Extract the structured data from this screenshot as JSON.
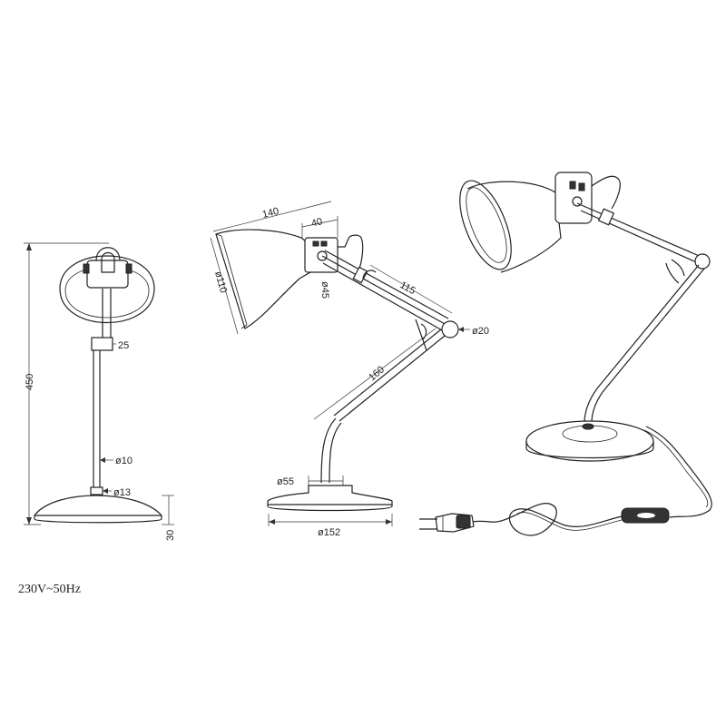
{
  "front_view": {
    "height_450": "450",
    "arm_25": "25",
    "stem_10": "ø10",
    "base_13": "ø13",
    "base_height_30": "30"
  },
  "side_view": {
    "shade_length_140": "140",
    "socket_40": "40",
    "shade_dia_110": "ø110",
    "socket_dia_45": "ø45",
    "upper_arm_115": "115",
    "joint_dia_20": "ø20",
    "lower_arm_160": "160",
    "stem_dia_55": "ø55",
    "base_dia_152": "ø152"
  },
  "footer": {
    "voltage": "230V~50Hz"
  }
}
